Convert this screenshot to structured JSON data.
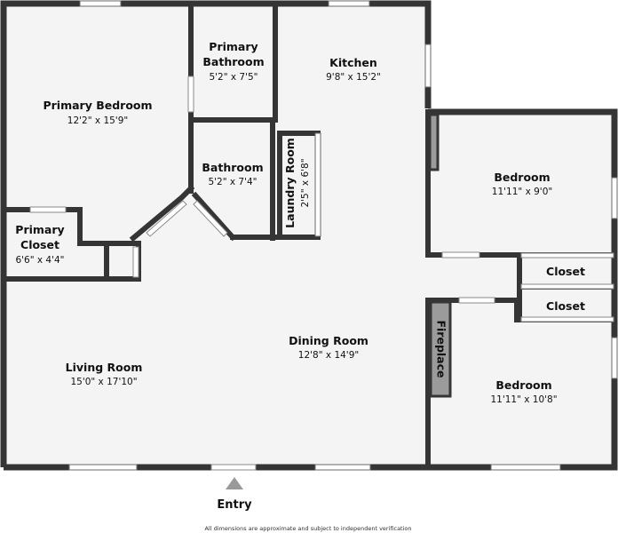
{
  "rooms": {
    "primary_bedroom": {
      "name": "Primary Bedroom",
      "dims": "12'2\" x 15'9\""
    },
    "primary_bathroom": {
      "name_line1": "Primary",
      "name_line2": "Bathroom",
      "dims": "5'2\" x 7'5\""
    },
    "kitchen": {
      "name": "Kitchen",
      "dims": "9'8\" x 15'2\""
    },
    "bathroom": {
      "name": "Bathroom",
      "dims": "5'2\" x 7'4\""
    },
    "laundry_room": {
      "name": "Laundry Room",
      "dims": "2'5\" x 6'8\""
    },
    "bedroom_upper": {
      "name": "Bedroom",
      "dims": "11'11\" x 9'0\""
    },
    "primary_closet": {
      "name_line1": "Primary",
      "name_line2": "Closet",
      "dims": "6'6\" x 4'4\""
    },
    "closet_upper": {
      "name": "Closet"
    },
    "closet_lower": {
      "name": "Closet"
    },
    "fireplace": {
      "name": "Fireplace"
    },
    "dining_room": {
      "name": "Dining Room",
      "dims": "12'8\" x 14'9\""
    },
    "living_room": {
      "name": "Living Room",
      "dims": "15'0\" x 17'10\""
    },
    "bedroom_lower": {
      "name": "Bedroom",
      "dims": "11'11\" x 10'8\""
    }
  },
  "entry": {
    "label": "Entry"
  },
  "disclaimer": "All dimensions are approximate and subject to independent verification",
  "colors": {
    "wall": "#353535",
    "floor": "#f4f4f4",
    "fireplace": "#9b9b9b"
  }
}
